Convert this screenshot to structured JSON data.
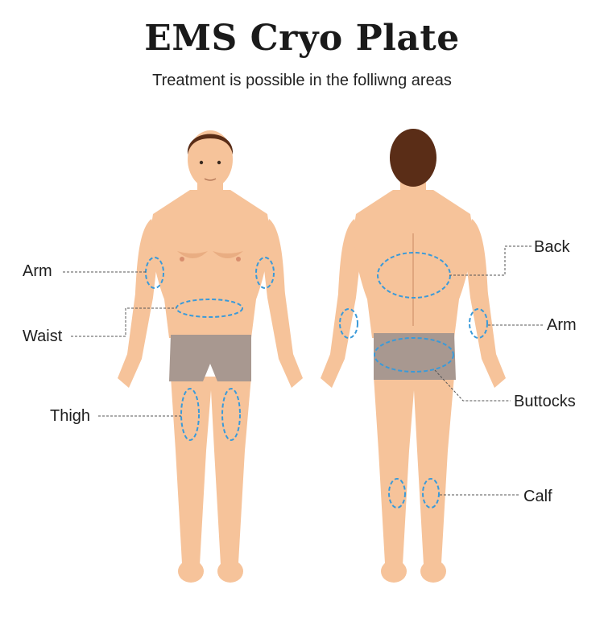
{
  "header": {
    "title": "EMS Cryo Plate",
    "subtitle": "Treatment is possible in the folliwng areas"
  },
  "front": {
    "labels": {
      "arm": "Arm",
      "waist": "Waist",
      "thigh": "Thigh"
    }
  },
  "back": {
    "labels": {
      "back": "Back",
      "arm": "Arm",
      "buttocks": "Buttocks",
      "calf": "Calf"
    }
  },
  "colors": {
    "skin": "#f6c39a",
    "skin_shade": "#e9ad82",
    "hair": "#5a2d17",
    "shorts": "#a89890",
    "marker": "#3a9ad9",
    "leader": "#555555"
  }
}
